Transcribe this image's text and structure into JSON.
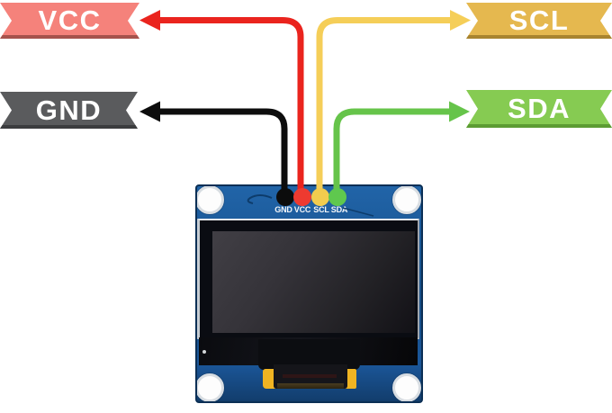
{
  "labels": {
    "vcc": {
      "text": "VCC",
      "color": "#F5827B",
      "edge": "#A6524C"
    },
    "gnd": {
      "text": "GND",
      "color": "#5A5B5D",
      "edge": "#3B3C3E"
    },
    "scl": {
      "text": "SCL",
      "color": "#E5B84F",
      "edge": "#A8842F"
    },
    "sda": {
      "text": "SDA",
      "color": "#86CB52",
      "edge": "#5C9C33"
    }
  },
  "wires": {
    "vcc": {
      "color": "#EA241E",
      "dot": "#EE3A30"
    },
    "gnd": {
      "color": "#0D0D0D",
      "dot": "#0C0C0C"
    },
    "scl": {
      "color": "#F5CE58",
      "dot": "#F2CC4E"
    },
    "sda": {
      "color": "#66C44A",
      "dot": "#5FC84E"
    }
  },
  "board": {
    "pcb_color": "#1C5B9B",
    "pins": [
      {
        "name": "GND"
      },
      {
        "name": "VCC"
      },
      {
        "name": "SCL"
      },
      {
        "name": "SDA"
      }
    ]
  }
}
